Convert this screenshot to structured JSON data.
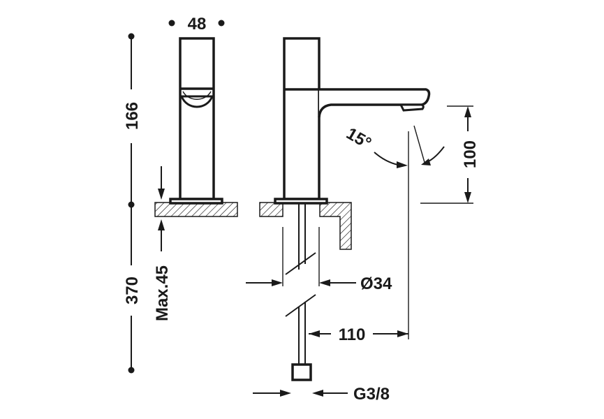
{
  "dimensions": {
    "width_top": "48",
    "height_upper": "166",
    "height_lower": "370",
    "max_thickness": "Max.45",
    "angle": "15°",
    "spout_height": "100",
    "diameter": "Ø34",
    "reach": "110",
    "thread": "G3/8"
  }
}
